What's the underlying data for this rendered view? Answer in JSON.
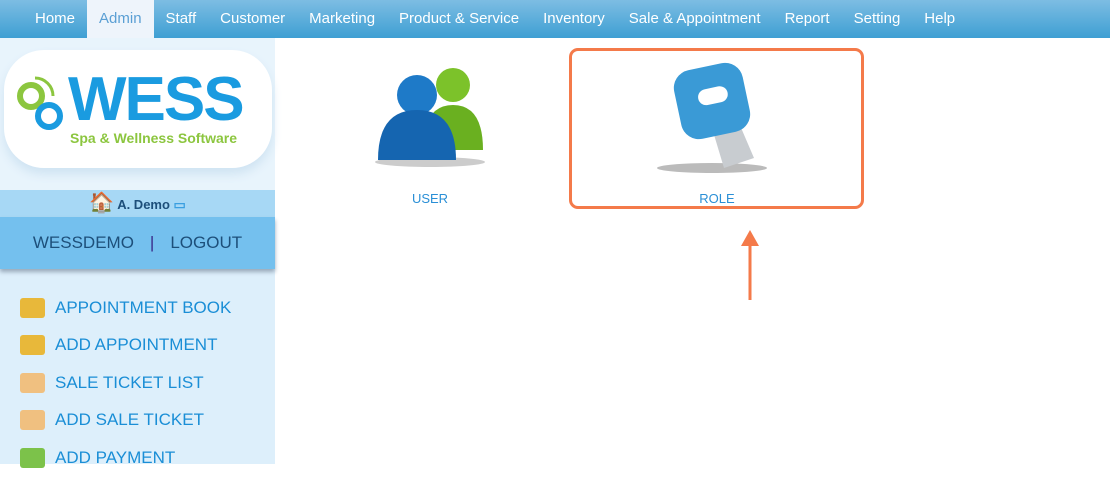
{
  "nav": [
    "Home",
    "Admin",
    "Staff",
    "Customer",
    "Marketing",
    "Product & Service",
    "Inventory",
    "Sale & Appointment",
    "Report",
    "Setting",
    "Help"
  ],
  "logo": {
    "name": "WESS",
    "tagline": "Spa & Wellness Software"
  },
  "user": {
    "name": "A. Demo",
    "account": "WESSDEMO",
    "separator": "|",
    "logout": "LOGOUT"
  },
  "menu": [
    "APPOINTMENT BOOK",
    "ADD APPOINTMENT",
    "SALE TICKET LIST",
    "ADD SALE TICKET",
    "ADD PAYMENT"
  ],
  "tiles": {
    "user": "USER",
    "role": "ROLE"
  }
}
